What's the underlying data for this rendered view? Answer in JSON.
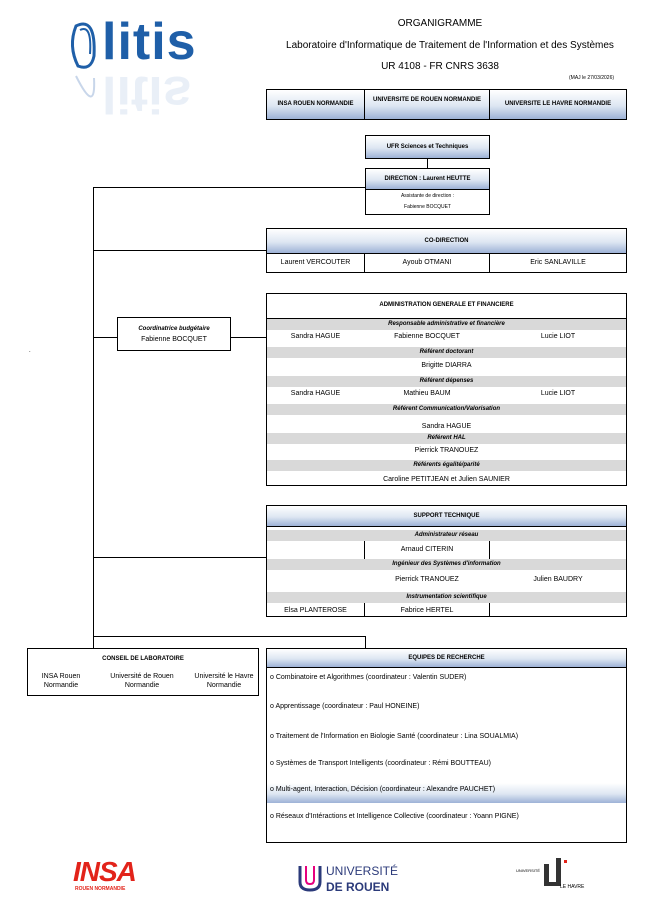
{
  "logo": {
    "text": "litis"
  },
  "header": {
    "title": "ORGANIGRAMME",
    "subtitle": "Laboratoire d'Informatique de Traitement de l'Information et des Systèmes",
    "code": "UR 4108 - FR CNRS 3638",
    "update": "(MAJ le 27/03/2026)"
  },
  "tutelles": [
    "INSA ROUEN NORMANDIE",
    "UNIVERSITE DE ROUEN NORMANDIE",
    "UNIVERSITE LE HAVRE NORMANDIE"
  ],
  "ufr": "UFR Sciences et Techniques",
  "direction": {
    "title": "DIRECTION : Laurent HEUTTE",
    "assistant_label": "Assistante de direction :",
    "assistant_name": "Fabienne BOCQUET"
  },
  "codirection": {
    "title": "CO-DIRECTION",
    "members": [
      "Laurent VERCOUTER",
      "Ayoub OTMANI",
      "Eric SANLAVILLE"
    ]
  },
  "coordinatrice": {
    "title": "Coordinatrice budgétaire",
    "name": "Fabienne BOCQUET"
  },
  "admin": {
    "title": "ADMINISTRATION GENERALE ET FINANCIERE",
    "r1_label": "Responsable administrative et financière",
    "r1_names": [
      "Sandra HAGUE",
      "Fabienne BOCQUET",
      "Lucie LIOT"
    ],
    "r2_label": "Référent doctorant",
    "r2_name": "Brigitte DIARRA",
    "r3_label": "Référent dépenses",
    "r3_names": [
      "Sandra HAGUE",
      "Mathieu BAUM",
      "Lucie LIOT"
    ],
    "r4_label": "Référent Communication/Valorisation",
    "r4_name": "Sandra HAGUE",
    "r5_label": "Référent HAL",
    "r5_name": "Pierrick TRANOUEZ",
    "r6_label": "Référents égalité/parité",
    "r6_name": "Caroline PETITJEAN et Julien SAUNIER"
  },
  "support": {
    "title": "SUPPORT TECHNIQUE",
    "r1_label": "Administrateur réseau",
    "r1_name": "Arnaud CITERIN",
    "r2_label": "Ingénieur des Systèmes d'information",
    "r2_names": [
      "Pierrick TRANOUEZ",
      "Julien BAUDRY"
    ],
    "r3_label": "Instrumentation scientifique",
    "r3_names": [
      "Elsa PLANTEROSE",
      "Fabrice HERTEL"
    ]
  },
  "conseil": {
    "title": "CONSEIL DE LABORATOIRE",
    "members": [
      {
        "l1": "INSA Rouen",
        "l2": "Normandie"
      },
      {
        "l1": "Université de Rouen",
        "l2": "Normandie"
      },
      {
        "l1": "Université le Havre",
        "l2": "Normandie"
      }
    ]
  },
  "equipes": {
    "title": "EQUIPES DE RECHERCHE",
    "teams": [
      "o Combinatoire et Algorithmes (coordinateur : Valentin SUDER)",
      "o Apprentissage (coordinateur : Paul HONEINE)",
      "o Traitement de l'Information en Biologie Santé (coordinateur : Lina SOUALMIA)",
      "o Systèmes de Transport Intelligents (coordinateur : Rémi BOUTTEAU)",
      "o Multi-agent, Interaction, Décision (coordinateur : Alexandre PAUCHET)",
      "o Réseaux d'Intéractions et Intelligence Collective (coordinateur : Yoann PIGNE)"
    ]
  },
  "footer": {
    "insa": "INSA",
    "insa_sub": "ROUEN NORMANDIE",
    "urouen_1": "UNIVERSITÉ",
    "urouen_2": "DE ROUEN",
    "ulh_1": "UNIVERSITÉ",
    "ulh_2": "LE HAVRE"
  },
  "colors": {
    "accent_blue": "#1f5fa8",
    "insa_red": "#e2231a",
    "grey_row": "#d9d9d9"
  }
}
